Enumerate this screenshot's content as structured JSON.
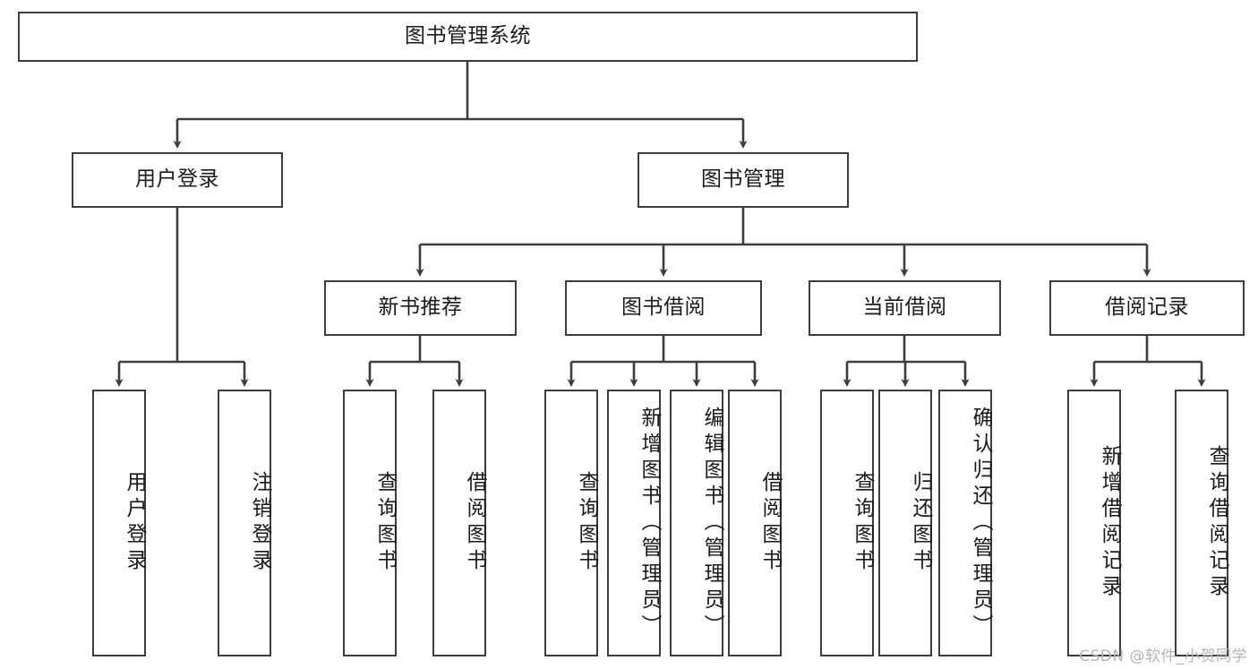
{
  "diagram": {
    "type": "hierarchy-tree",
    "title": "图书管理系统",
    "watermark": "CSDN @软件_小贺同学",
    "colors": {
      "border": "#3d3d3d",
      "background": "#ffffff",
      "text": "#1a1a1a",
      "watermark": "#b4b4b4"
    },
    "nodes": {
      "root": {
        "label": "图书管理系统"
      },
      "level2": [
        {
          "label": "用户登录"
        },
        {
          "label": "图书管理"
        }
      ],
      "level3": [
        {
          "label": "新书推荐"
        },
        {
          "label": "图书借阅"
        },
        {
          "label": "当前借阅"
        },
        {
          "label": "借阅记录"
        }
      ],
      "leaves": {
        "user_login": [
          {
            "label": "用户登录"
          },
          {
            "label": "注销登录"
          }
        ],
        "new_book_recommend": [
          {
            "label": "查询图书"
          },
          {
            "label": "借阅图书"
          }
        ],
        "book_borrow": [
          {
            "label": "查询图书"
          },
          {
            "label": "新增图书（管理员）"
          },
          {
            "label": "编辑图书（管理员）"
          },
          {
            "label": "借阅图书"
          }
        ],
        "current_borrow": [
          {
            "label": "查询图书"
          },
          {
            "label": "归还图书"
          },
          {
            "label": "确认归还（管理员）"
          }
        ],
        "borrow_record": [
          {
            "label": "新增借阅记录"
          },
          {
            "label": "查询借阅记录"
          }
        ]
      }
    }
  }
}
